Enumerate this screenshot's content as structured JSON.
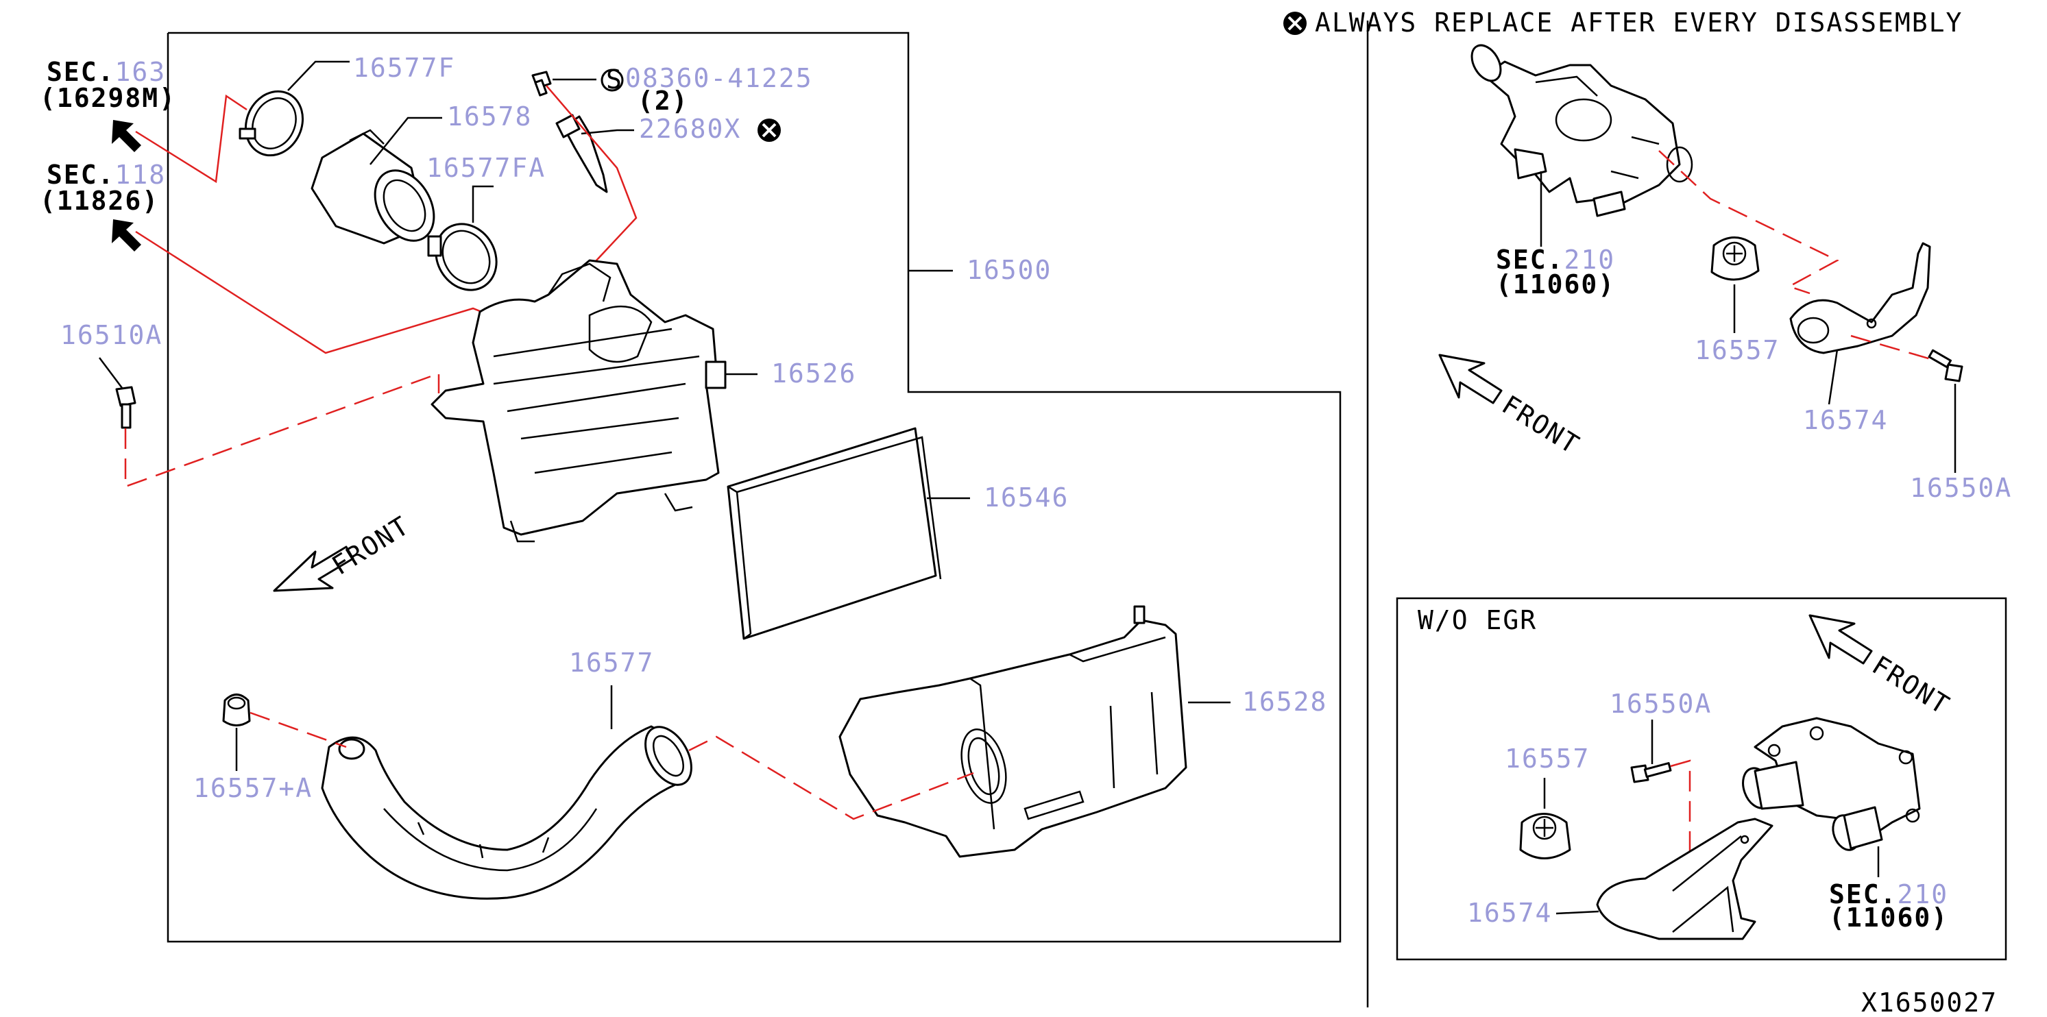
{
  "notice": {
    "icon": "x-circle-icon",
    "text": "ALWAYS REPLACE AFTER EVERY DISASSEMBLY"
  },
  "diagram_code": "X1650027",
  "sections": [
    {
      "sec": "SEC.",
      "num": "163",
      "ref": "(16298M)"
    },
    {
      "sec": "SEC.",
      "num": "118",
      "ref": "(11826)"
    },
    {
      "sec": "SEC.",
      "num": "210",
      "ref": "(11060)"
    },
    {
      "sec": "SEC.",
      "num": "210",
      "ref": "(11060)"
    }
  ],
  "bolt_callout": {
    "icon": "s-circle-icon",
    "part": "08360-41225",
    "qty": "(2)"
  },
  "sensor_callout": {
    "part": "22680X",
    "icon": "x-circle-icon"
  },
  "parts": {
    "p16577F": "16577F",
    "p16578": "16578",
    "p16577FA": "16577FA",
    "p16500": "16500",
    "p16510A": "16510A",
    "p16526": "16526",
    "p16546": "16546",
    "p16577": "16577",
    "p16557A": "16557+A",
    "p16528": "16528",
    "p16557_r": "16557",
    "p16574_r": "16574",
    "p16550A_r": "16550A",
    "p16550A_b": "16550A",
    "p16557_b": "16557",
    "p16574_b": "16574"
  },
  "front_labels": [
    "FRONT",
    "FRONT",
    "FRONT"
  ],
  "inset_title": "W/O EGR",
  "colors": {
    "part_number": "#9a9ad8",
    "leader_red": "#e02020",
    "line": "#000000"
  }
}
